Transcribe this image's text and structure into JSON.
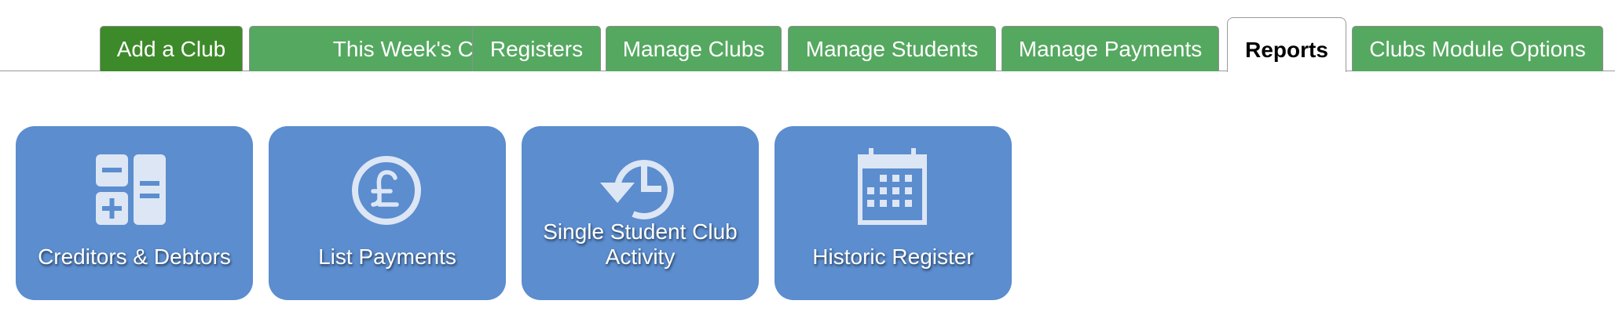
{
  "tabs": [
    {
      "label": "Add a Club"
    },
    {
      "label": "This Week's Clubs"
    },
    {
      "label": "Registers"
    },
    {
      "label": "Manage Clubs"
    },
    {
      "label": "Manage Students"
    },
    {
      "label": "Manage Payments"
    },
    {
      "label": "Reports",
      "active": true
    },
    {
      "label": "Clubs Module Options"
    }
  ],
  "reports": [
    {
      "label": "Creditors & Debtors",
      "icon": "calculator-icon"
    },
    {
      "label": "List Payments",
      "icon": "pound-coin-icon"
    },
    {
      "label_line1": "Single Student Club",
      "label_line2": "Activity",
      "icon": "history-clock-icon"
    },
    {
      "label": "Historic Register",
      "icon": "calendar-icon"
    }
  ],
  "colors": {
    "tab_green": "#55a860",
    "tab_primary_green": "#3d8a2a",
    "tile_blue": "#5b8dcf",
    "icon_fill": "#dde6f4"
  }
}
